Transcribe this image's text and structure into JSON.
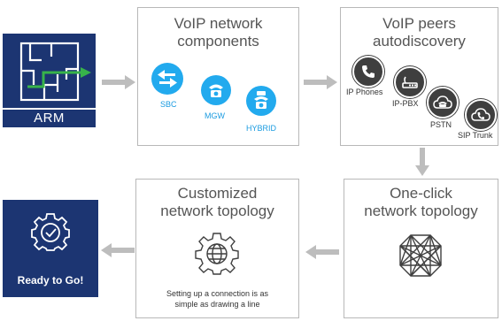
{
  "arm": {
    "label": "ARM",
    "icon": "floorplan-arrow-icon"
  },
  "components": {
    "title": "VoIP network\ncomponents",
    "items": [
      {
        "label": "SBC",
        "icon": "swap-arrows-icon"
      },
      {
        "label": "MGW",
        "icon": "gateway-phone-icon"
      },
      {
        "label": "HYBRID",
        "icon": "hybrid-phone-icon"
      }
    ]
  },
  "peers": {
    "title": "VoIP peers\nautodiscovery",
    "items": [
      {
        "label": "IP Phones",
        "icon": "handset-icon"
      },
      {
        "label": "IP-PBX",
        "icon": "pbx-icon"
      },
      {
        "label": "PSTN",
        "icon": "pstn-cloud-phone-icon"
      },
      {
        "label": "SIP Trunk",
        "icon": "sip-cloud-handset-icon"
      }
    ]
  },
  "oneclick": {
    "title": "One-click\nnetwork topology",
    "icon": "mesh-network-icon"
  },
  "customized": {
    "title": "Customized\nnetwork topology",
    "icon": "globe-gear-icon",
    "caption": "Setting up a connection is as\nsimple as drawing a line"
  },
  "ready": {
    "label": "Ready to Go!",
    "icon": "gear-check-icon"
  },
  "colors": {
    "navy": "#1c3572",
    "accent_blue": "#22aaee",
    "dark_icon": "#3f3f3f",
    "border": "#b8b8b8",
    "arrow": "#bdbdbd",
    "green": "#37b34a"
  }
}
